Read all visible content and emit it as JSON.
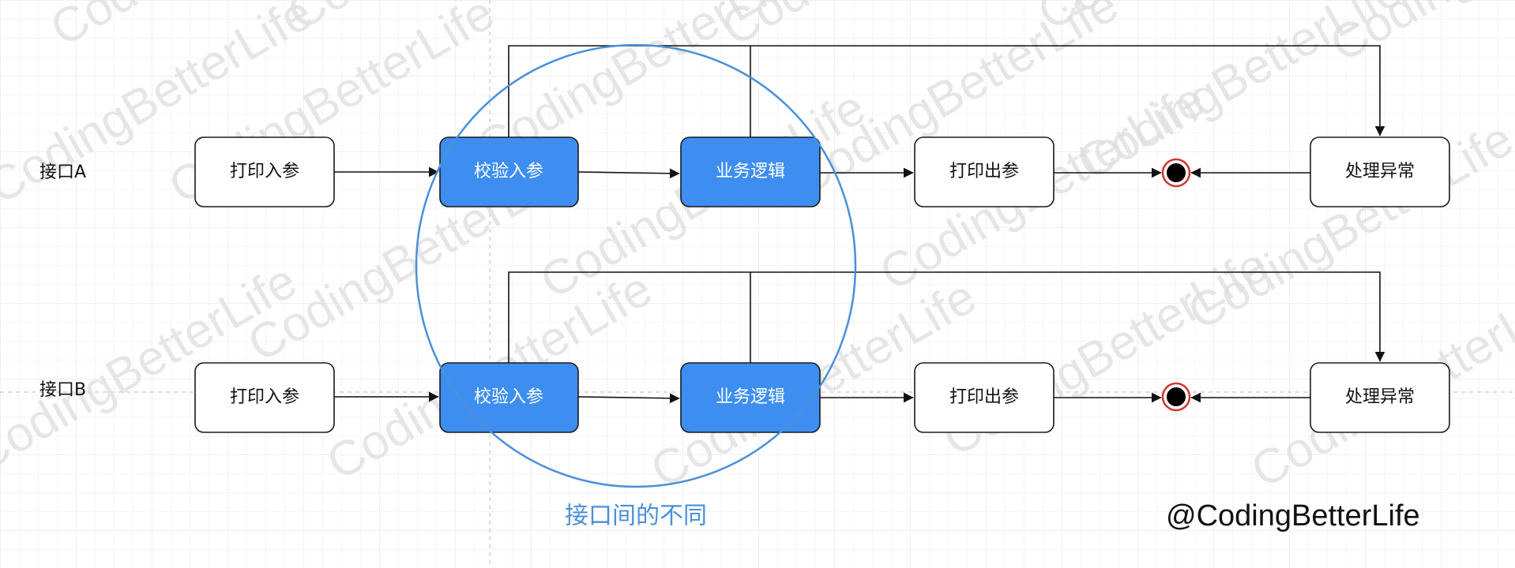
{
  "rows": [
    {
      "label": "接口A",
      "nodes": {
        "print_in": "打印入参",
        "validate": "校验入参",
        "business": "业务逻辑",
        "print_out": "打印出参",
        "handle_error": "处理异常"
      }
    },
    {
      "label": "接口B",
      "nodes": {
        "print_in": "打印入参",
        "validate": "校验入参",
        "business": "业务逻辑",
        "print_out": "打印出参",
        "handle_error": "处理异常"
      }
    }
  ],
  "difference_caption": "接口间的不同",
  "credit": "@CodingBetterLife",
  "watermark_text": "CodingBetterLife",
  "colors": {
    "highlight_fill": "#3d8ef0",
    "node_fill": "#ffffff",
    "circle_stroke": "#4a90d9",
    "end_ring": "#d0352f",
    "end_dot": "#000000",
    "grid": "#e9e9e9"
  }
}
